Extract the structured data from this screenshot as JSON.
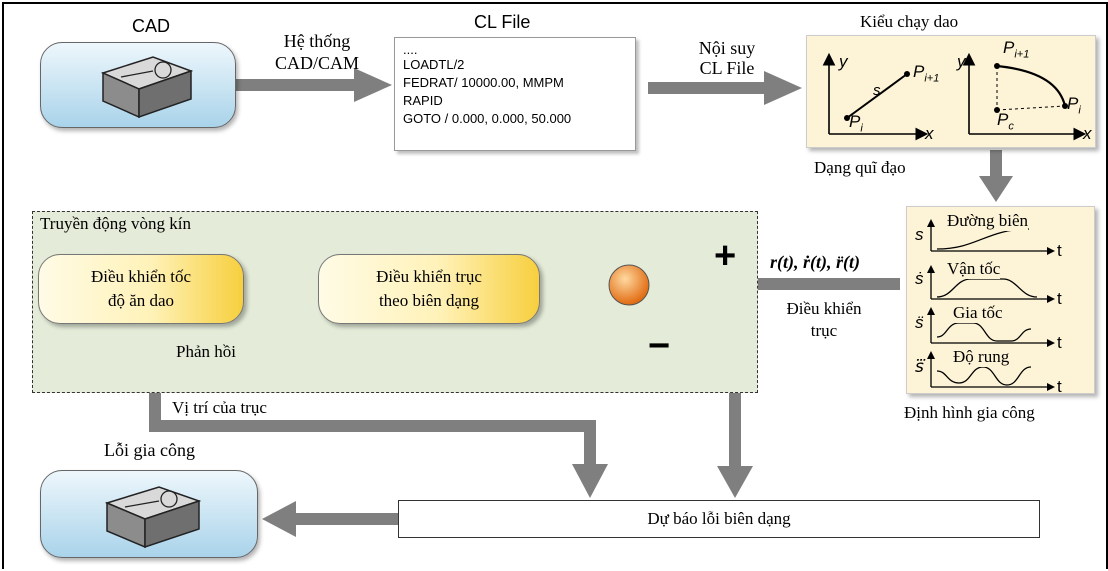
{
  "cad_label": "CAD",
  "cam_system": [
    "Hệ thống",
    "CAD/CAM"
  ],
  "cl_file": {
    "title": "CL File",
    "lines": [
      "....",
      "LOADTL/2",
      "FEDRAT/ 10000.00, MMPM",
      "RAPID",
      "GOTO / 0.000, 0.000, 50.000"
    ]
  },
  "interp": [
    "Nội suy",
    "CL File"
  ],
  "tool_path": {
    "title": "Kiểu chạy dao",
    "caption": "Dạng quĩ đạo",
    "axis_x": "x",
    "axis_y": "y",
    "left": {
      "p_start": "P",
      "p_start_sub": "i",
      "s": "s",
      "p_end": "P",
      "p_end_sub": "i+1"
    },
    "right": {
      "p_top": "P",
      "p_top_sub": "i+1",
      "p_c": "P",
      "p_c_sub": "c",
      "p_end": "P",
      "p_end_sub": "i"
    }
  },
  "profile": {
    "caption": "Định hình gia công",
    "t": "t",
    "rows": [
      {
        "sym": "s",
        "name": "Đường biên"
      },
      {
        "sym": "ṡ",
        "name": "Vận tốc"
      },
      {
        "sym": "s̈",
        "name": "Gia tốc"
      },
      {
        "sym": "s⃛",
        "name": "Độ rung"
      }
    ]
  },
  "closed_loop": {
    "title": "Truyền động vòng kín",
    "feed_ctrl": [
      "Điều khiển tốc",
      "độ ăn dao"
    ],
    "axis_ctrl": [
      "Điều khiển trục",
      "theo biên dạng"
    ],
    "plus": "+",
    "minus": "−",
    "feedback": "Phản hồi"
  },
  "ref_signal": "r(t), ṙ(t), r̈(t)",
  "axis_control": [
    "Điều khiển",
    "trục"
  ],
  "axis_position": "Vị trí của trục",
  "machining_error": "Lỗi gia công",
  "predict": "Dự báo lỗi biên dạng",
  "colors": {
    "arrow": "#7f7f7f",
    "green_bg": "#e4ecd9",
    "panel_bg": "#fdf3d6",
    "sum_node": "#f07f1f"
  }
}
